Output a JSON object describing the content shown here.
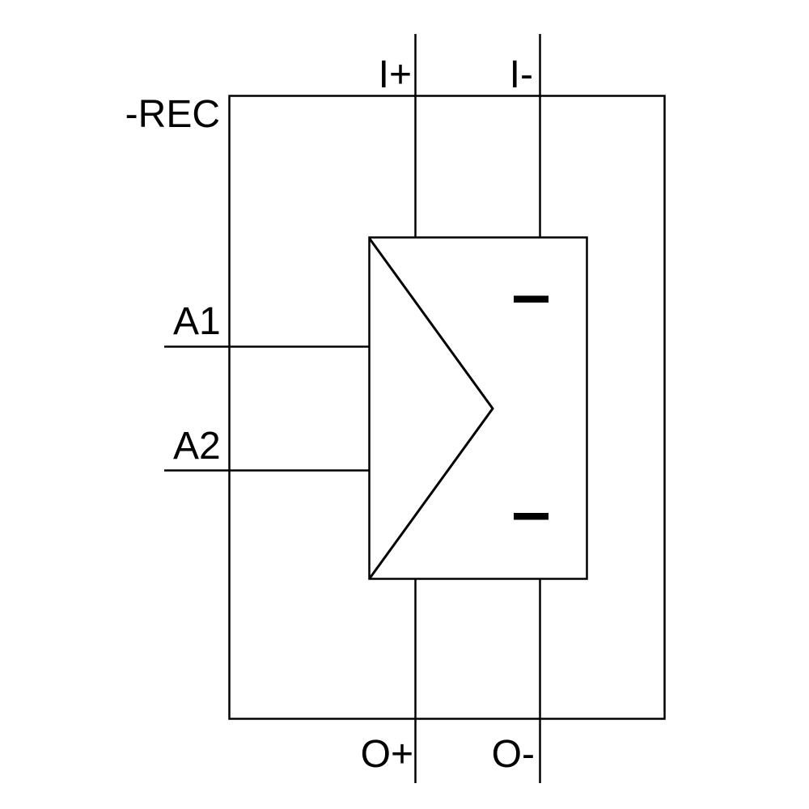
{
  "diagram": {
    "device_label": "-REC",
    "terminals": {
      "input_positive": "I+",
      "input_negative": "I-",
      "control_a1": "A1",
      "control_a2": "A2",
      "output_positive": "O+",
      "output_negative": "O-"
    },
    "colors": {
      "line": "#000000",
      "background": "#ffffff"
    }
  }
}
